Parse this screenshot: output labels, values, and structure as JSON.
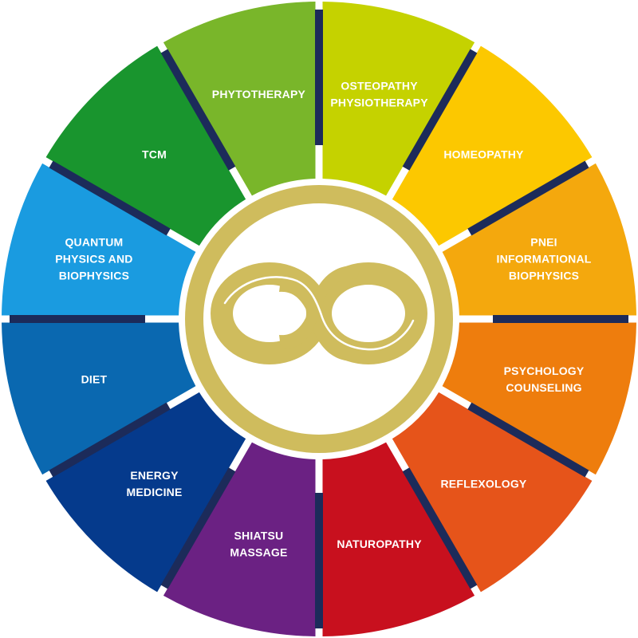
{
  "diagram": {
    "type": "segmented-wheel",
    "segments": [
      {
        "lines": [
          "OSTEOPATHY",
          "PHYSIOTHERAPY"
        ],
        "color": "#c5d200"
      },
      {
        "lines": [
          "HOMEOPATHY"
        ],
        "color": "#fcc800"
      },
      {
        "lines": [
          "PNEI",
          "INFORMATIONAL",
          "BIOPHYSICS"
        ],
        "color": "#f4a80d"
      },
      {
        "lines": [
          "PSYCHOLOGY",
          "COUNSELING"
        ],
        "color": "#ee7d0d"
      },
      {
        "lines": [
          "REFLEXOLOGY"
        ],
        "color": "#e6541a"
      },
      {
        "lines": [
          "NATUROPATHY"
        ],
        "color": "#c8101e"
      },
      {
        "lines": [
          "SHIATSU",
          "MASSAGE"
        ],
        "color": "#6b2183"
      },
      {
        "lines": [
          "ENERGY",
          "MEDICINE"
        ],
        "color": "#053a8c"
      },
      {
        "lines": [
          "DIET"
        ],
        "color": "#0a68b0"
      },
      {
        "lines": [
          "QUANTUM",
          "PHYSICS AND",
          "BIOPHYSICS"
        ],
        "color": "#1a9be0"
      },
      {
        "lines": [
          "TCM"
        ],
        "color": "#19952e"
      },
      {
        "lines": [
          "PHYTOTHERAPY"
        ],
        "color": "#79b62a"
      }
    ],
    "divider_color": "#1c2b5a",
    "center": {
      "symbol": "infinity-icon",
      "ring_color": "#cfbc5d",
      "symbol_color": "#cfbc5d"
    }
  }
}
